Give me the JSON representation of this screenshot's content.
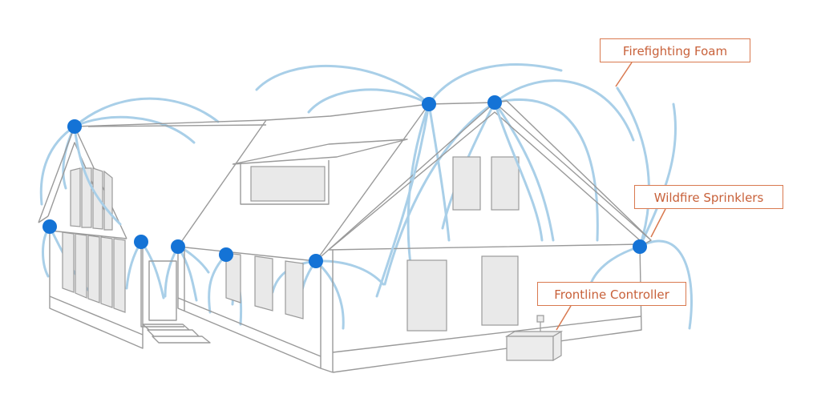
{
  "labels": {
    "foam": "Firefighting Foam",
    "sprinklers": "Wildfire Sprinklers",
    "controller": "Frontline Controller"
  },
  "colors": {
    "outline": "#9a9a9a",
    "spray": "#a9cfe8",
    "sprinkler": "#1473d6",
    "window": "#e9e9e9",
    "callout": "#d9794f"
  },
  "icons": {
    "sprinkler": "sprinkler-head-icon",
    "controller": "controller-box-icon"
  }
}
